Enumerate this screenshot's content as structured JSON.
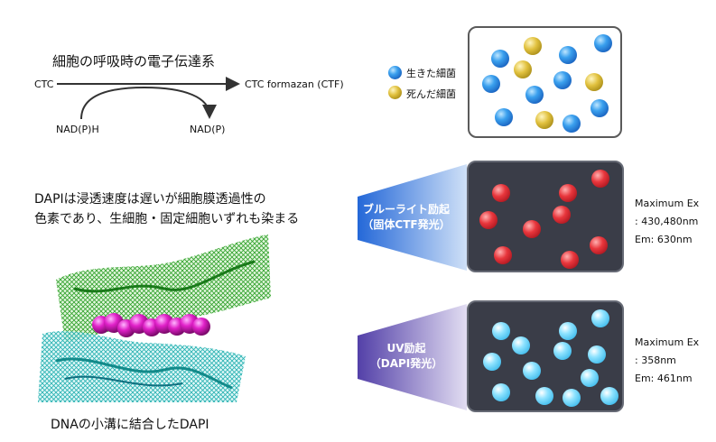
{
  "respiration": {
    "title": "細胞の呼吸時の電子伝達系",
    "substrate": "CTC",
    "product": "CTC formazan (CTF)",
    "cofactor_in": "NAD(P)H",
    "cofactor_out": "NAD(P)"
  },
  "legend": {
    "live_label": "生きた細菌",
    "dead_label": "死んだ細菌",
    "live_color": "#2d8ee0",
    "dead_color": "#d4b02a"
  },
  "dapi": {
    "description_line1": "DAPIは浸透速度は遅いが細胞膜透過性の",
    "description_line2": "色素であり、生細胞・固定細胞いずれも染まる",
    "image_caption": "DNAの小溝に結合したDAPI"
  },
  "blue_excitation": {
    "line1": "ブルーライト励起",
    "line2": "（固体CTF発光）",
    "spec_line1": "Maximum Ex",
    "spec_line2": ": 430,480nm",
    "spec_line3": "Em: 630nm",
    "particle_color": "#e8363c"
  },
  "uv_excitation": {
    "line1": "UV励起",
    "line2": "（DAPI発光）",
    "spec_line1": "Maximum Ex",
    "spec_line2": ": 358nm",
    "spec_line3": "Em: 461nm",
    "particle_color": "#6fd6f7"
  }
}
